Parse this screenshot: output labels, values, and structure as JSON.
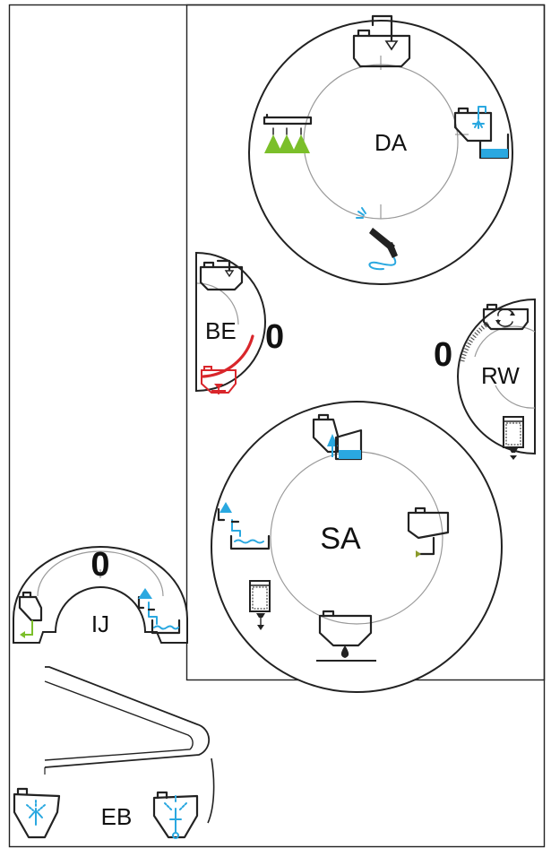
{
  "modules": {
    "da": {
      "label": "DA"
    },
    "be": {
      "label": "BE",
      "value": "0"
    },
    "rw": {
      "label": "RW",
      "value": "0"
    },
    "sa": {
      "label": "SA"
    },
    "ij": {
      "label": "IJ",
      "value": "0"
    },
    "eb": {
      "label": "EB"
    }
  },
  "colors": {
    "line": "#222222",
    "ring": "#9a9a9a",
    "water": "#2aa8e0",
    "spray": "#7bbf2a",
    "alert": "#d9262b",
    "olive": "#8a9a2a"
  },
  "icons": {
    "da": [
      "tank-fill-icon",
      "tank-rinse-icon",
      "spray-boom-icon",
      "spray-gun-icon"
    ],
    "be": [
      "tank-fill-icon",
      "tank-drain-icon"
    ],
    "rw": [
      "tank-rotate-icon",
      "filter-icon"
    ],
    "sa": [
      "tank-transfer-icon",
      "water-suction-icon",
      "tank-return-icon",
      "filter-icon",
      "drop-drain-icon"
    ],
    "ij": [
      "hopper-icon",
      "water-injection-icon"
    ],
    "eb": [
      "tank-spray-icon",
      "tank-sprinkler-icon"
    ]
  }
}
